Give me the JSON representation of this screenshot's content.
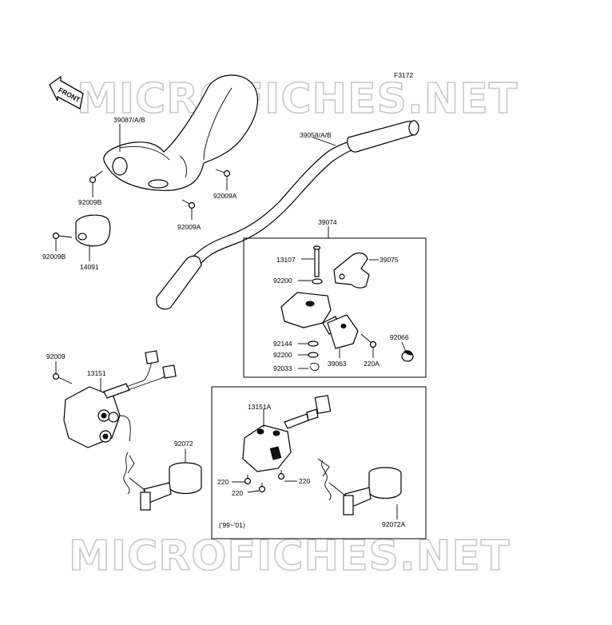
{
  "figure_code": "F3172",
  "watermark": "MICROFICHES.NET",
  "front_arrow_label": "FRONT",
  "callouts": {
    "c39087": "39087/A/B",
    "c39058": "39058/A/B",
    "c92009b_1": "92009B",
    "c92009a_1": "92009A",
    "c92009a_2": "92009A",
    "c92009b_2": "92009B",
    "c14091": "14091",
    "c39074": "39074",
    "c13107": "13107",
    "c39075": "39075",
    "c92200_1": "92200",
    "c92144": "92144",
    "c92200_2": "92200",
    "c92033": "92033",
    "c39063": "39063",
    "c220a": "220A",
    "c92066": "92066",
    "c92009": "92009",
    "c13151": "13151",
    "c92072": "92072",
    "c13151a": "13151A",
    "c220_1": "220",
    "c220_2": "220",
    "c220_3": "220",
    "c92072a": "92072A",
    "year_note": "('99~'01)"
  }
}
